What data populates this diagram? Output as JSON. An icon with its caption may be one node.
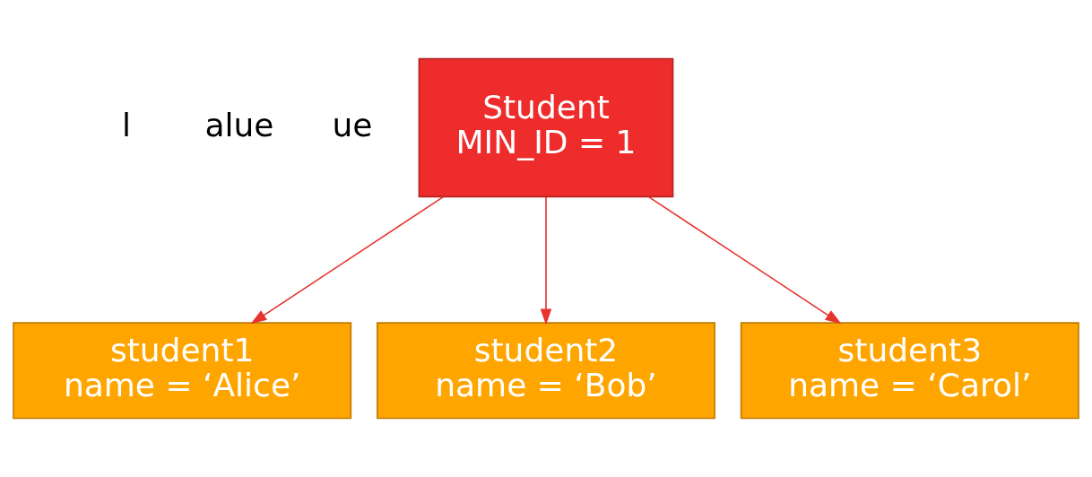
{
  "diagram": {
    "nodes": [
      {
        "text": [
          "Student",
          "MIN_ID = 1"
        ]
      },
      {
        "text": [
          "student1",
          "name = ‘Alice’"
        ]
      },
      {
        "text": [
          "student2",
          "name = ‘Bob’"
        ]
      },
      {
        "text": [
          "student3",
          "name = ‘Carol’"
        ]
      }
    ],
    "edges": [
      {
        "from": 0,
        "to": 1,
        "arrow": "to"
      },
      {
        "from": 0,
        "to": 2,
        "arrow": "to"
      },
      {
        "from": 0,
        "to": 3,
        "arrow": "to"
      }
    ],
    "labels": [
      "l",
      "alue",
      "ue"
    ]
  }
}
